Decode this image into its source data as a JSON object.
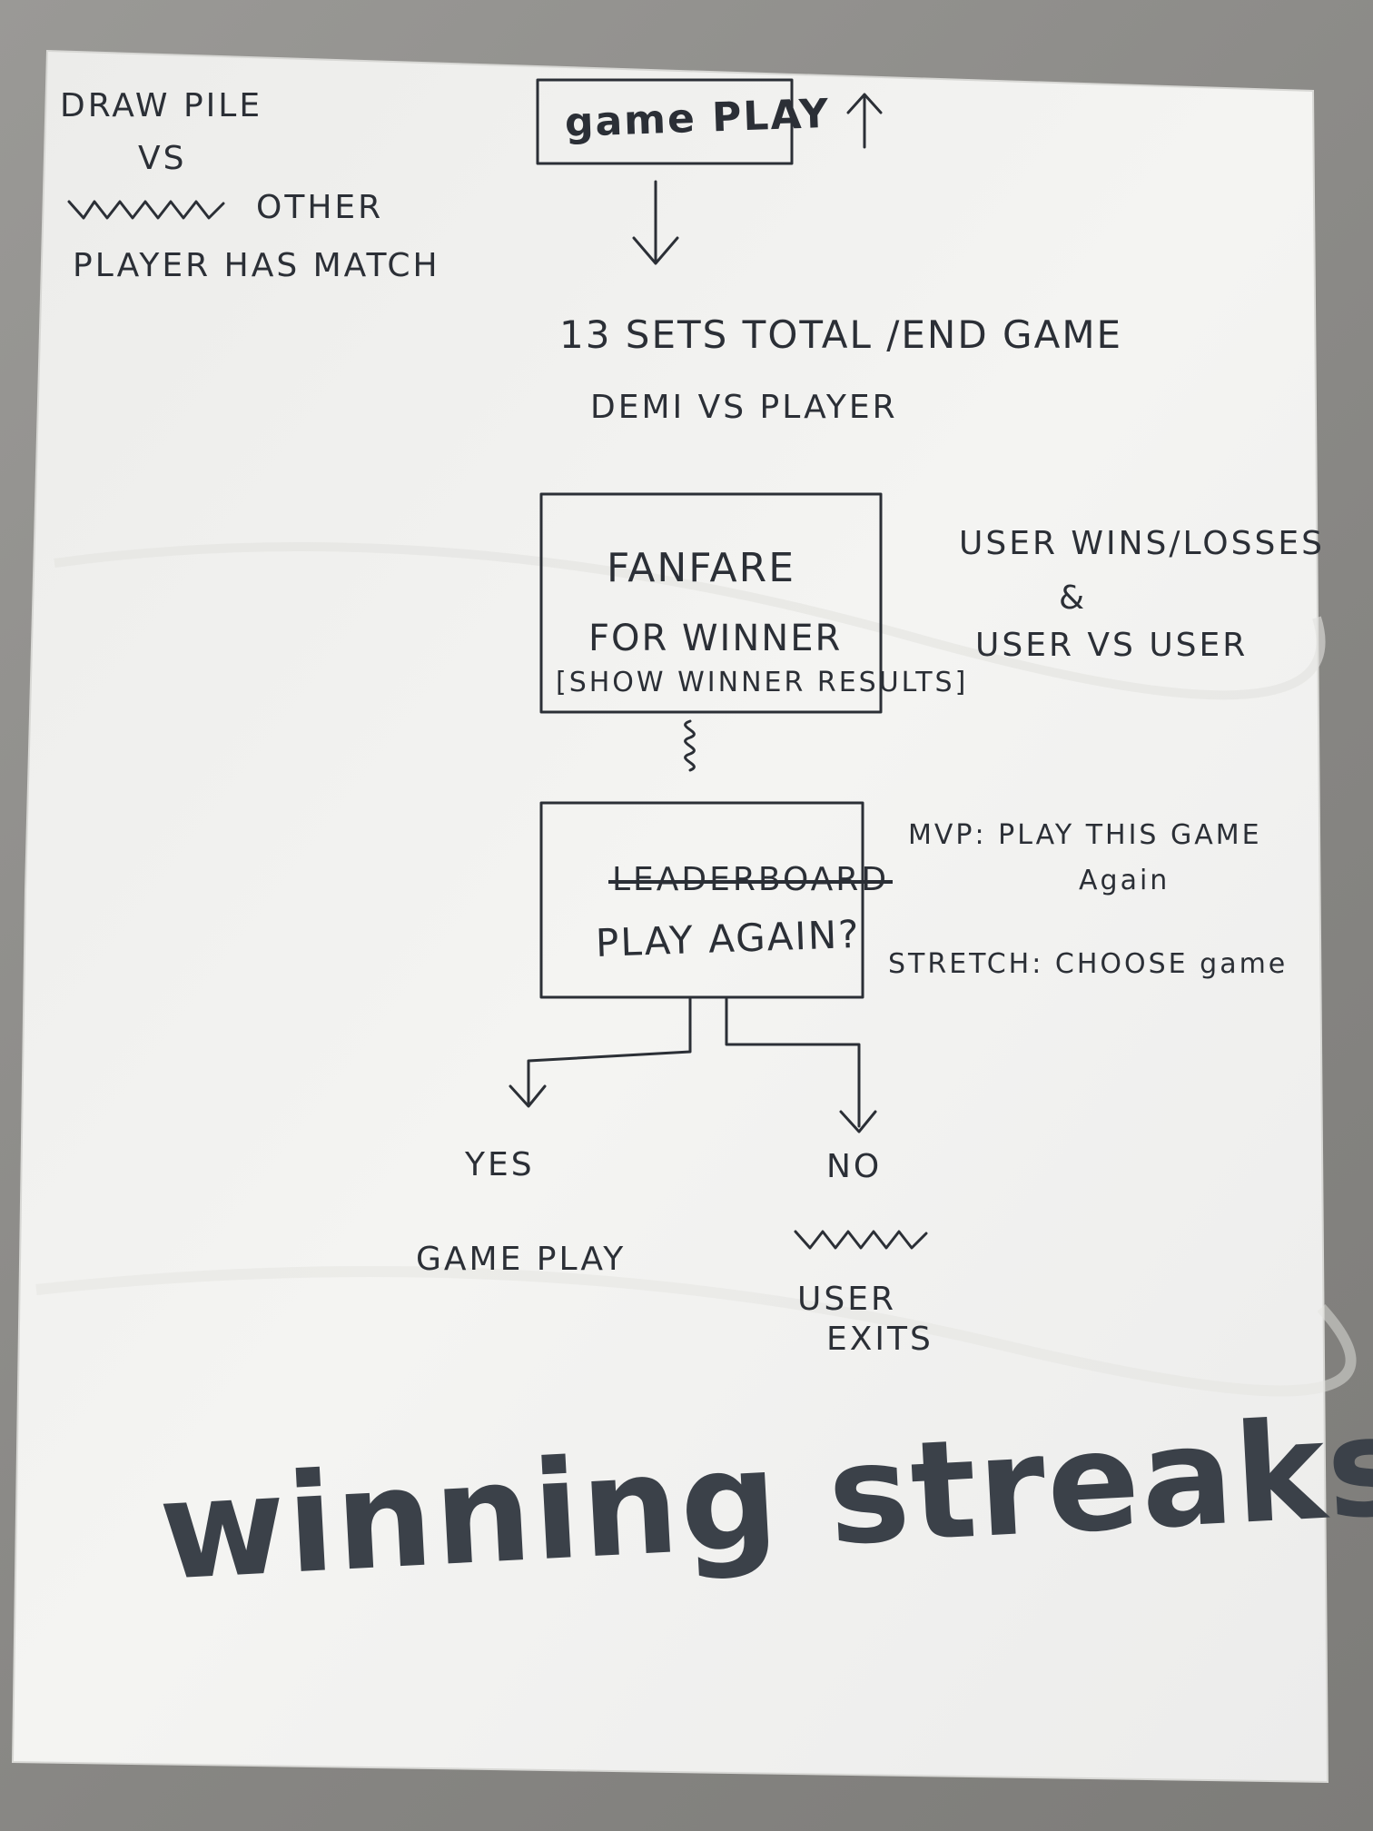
{
  "notes": {
    "top_left_line1": "DRAW PILE",
    "top_left_line2": "VS",
    "top_left_line3": "OTHER",
    "top_left_line4": "PLAYER HAS MATCH"
  },
  "flow": {
    "game_play_box": "game PLAY",
    "sets_line": "13 SETS TOTAL /END GAME",
    "demi_line": "DEMI VS PLAYER",
    "fanfare_line1": "FANFARE",
    "fanfare_line2": "FOR WINNER",
    "fanfare_line3": "[SHOW WINNER RESULTS]",
    "play_again_struck": "LEADERBOARD",
    "play_again": "PLAY AGAIN?",
    "yes_label": "YES",
    "yes_result": "GAME PLAY",
    "no_label": "NO",
    "no_struck": "",
    "no_result_line1": "USER",
    "no_result_line2": "EXITS"
  },
  "side_notes": {
    "wins_line1": "USER WINS/LOSSES",
    "wins_amp": "&",
    "wins_line2": "USER VS USER",
    "mvp_line1": "MVP: PLAY THIS GAME",
    "mvp_line2": "Again",
    "stretch_line": "STRETCH: CHOOSE game"
  },
  "title": "winning streaks",
  "colors": {
    "ink": "#2b2f36",
    "marker": "#3b4149",
    "paper": "#f2f2f0",
    "table": "#8f8f8c"
  }
}
